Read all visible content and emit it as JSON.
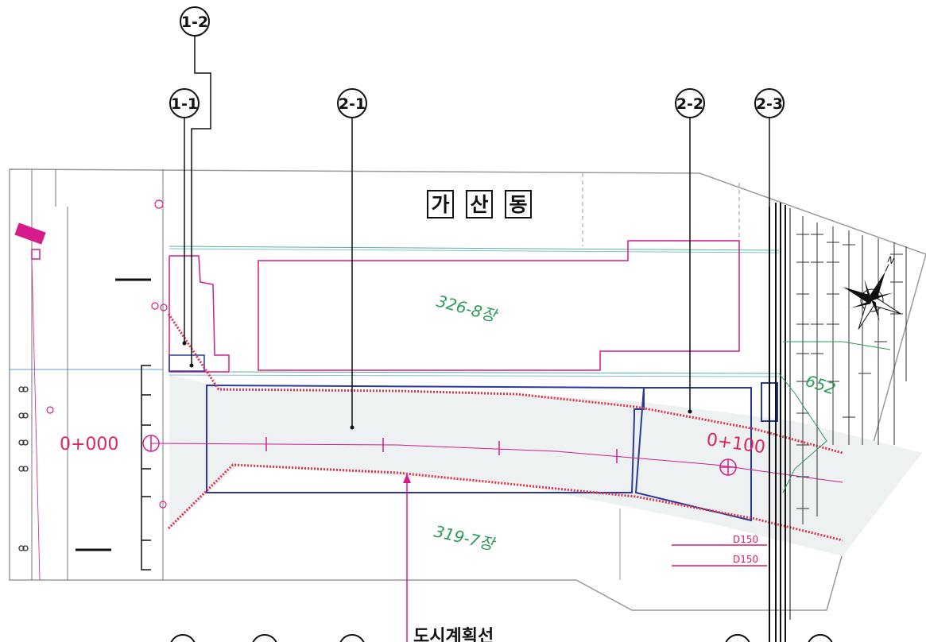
{
  "callouts": {
    "c1_2": "1-2",
    "c1_1": "1-1",
    "c2_1": "2-1",
    "c2_2": "2-2",
    "c2_3": "2-3"
  },
  "town_name": {
    "ch1": "가",
    "ch2": "산",
    "ch3": "동"
  },
  "lots": {
    "upper": "326-8장",
    "lower": "319-7장",
    "right": "652"
  },
  "stations": {
    "start": "0+000",
    "mid": "0+100"
  },
  "pipes": {
    "pipe1": "D150",
    "pipe2": "D150"
  },
  "bottom_label": "도시계획선",
  "compass_letter": "N",
  "colors": {
    "magenta": "#d61c8a",
    "blue": "#2b3a9a",
    "red_dashed": "#e0334a",
    "green": "#2a9d5a",
    "gray_fill": "#eef1f1"
  }
}
